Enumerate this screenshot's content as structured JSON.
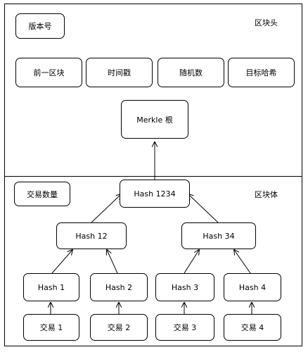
{
  "header": {
    "section_label": "区块头",
    "version_label": "版本号",
    "prev_block_label": "前一区块",
    "timestamp_label": "时间戳",
    "nonce_label": "随机数",
    "target_hash_label": "目标哈希",
    "merkle_root_label": "Merkle 根"
  },
  "body": {
    "section_label": "区块体",
    "tx_count_label": "交易数量",
    "hash_1234": "Hash    1234",
    "hash_12": "Hash    12",
    "hash_34": "Hash    34",
    "hash_1": "Hash 1",
    "hash_2": "Hash 2",
    "hash_3": "Hash 3",
    "hash_4": "Hash 4",
    "tx_1": "交易 1",
    "tx_2": "交易 2",
    "tx_3": "交易 3",
    "tx_4": "交易 4"
  }
}
